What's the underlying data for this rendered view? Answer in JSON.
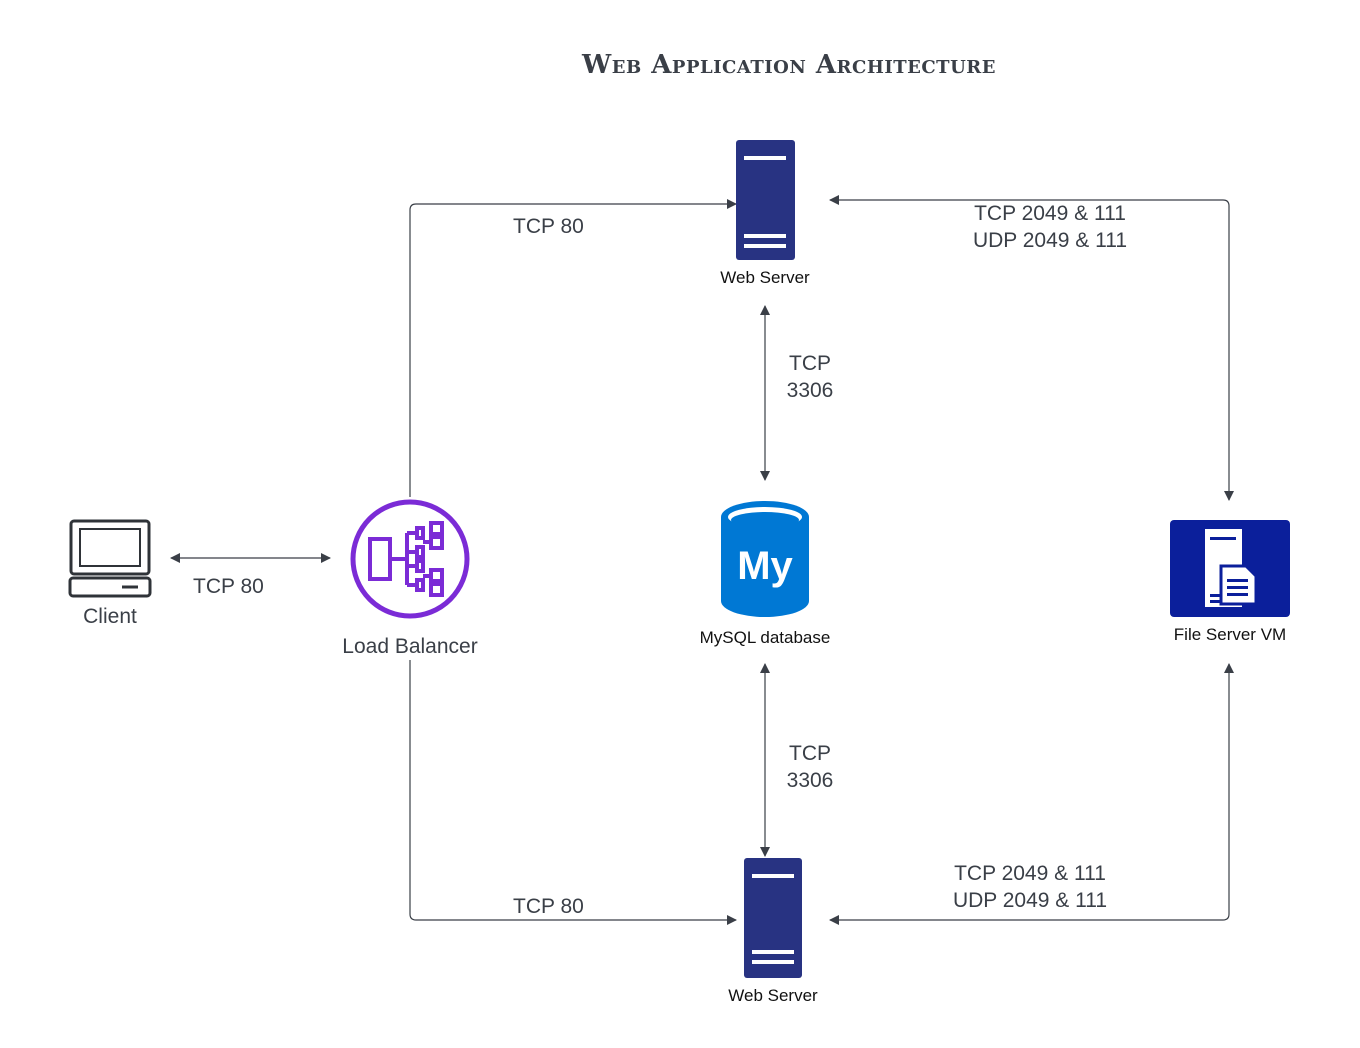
{
  "title": "Web Application Architecture",
  "colors": {
    "server": "#283382",
    "load_balancer": "#7b2bd6",
    "mysql": "#0078d4",
    "file_server": "#0b1f9b",
    "line": "#3a3f47"
  },
  "nodes": {
    "web_server_top": {
      "label": "Web Server",
      "icon": "server-icon"
    },
    "web_server_bottom": {
      "label": "Web Server",
      "icon": "server-icon"
    },
    "client": {
      "label": "Client",
      "icon": "computer-icon"
    },
    "load_balancer": {
      "label": "Load Balancer",
      "icon": "load-balancer-icon"
    },
    "mysql": {
      "label": "MySQL database",
      "icon": "mysql-icon",
      "icon_text": "My"
    },
    "file_server": {
      "label": "File Server VM",
      "icon": "file-server-icon"
    }
  },
  "edges": {
    "lb_to_top": "TCP 80",
    "lb_to_bottom": "TCP 80",
    "client_lb": "TCP 80",
    "top_db": [
      "TCP",
      "3306"
    ],
    "bottom_db": [
      "TCP",
      "3306"
    ],
    "top_file": [
      "TCP 2049 & 111",
      "UDP 2049 & 111"
    ],
    "bottom_file": [
      "TCP 2049 & 111",
      "UDP 2049 & 111"
    ]
  }
}
